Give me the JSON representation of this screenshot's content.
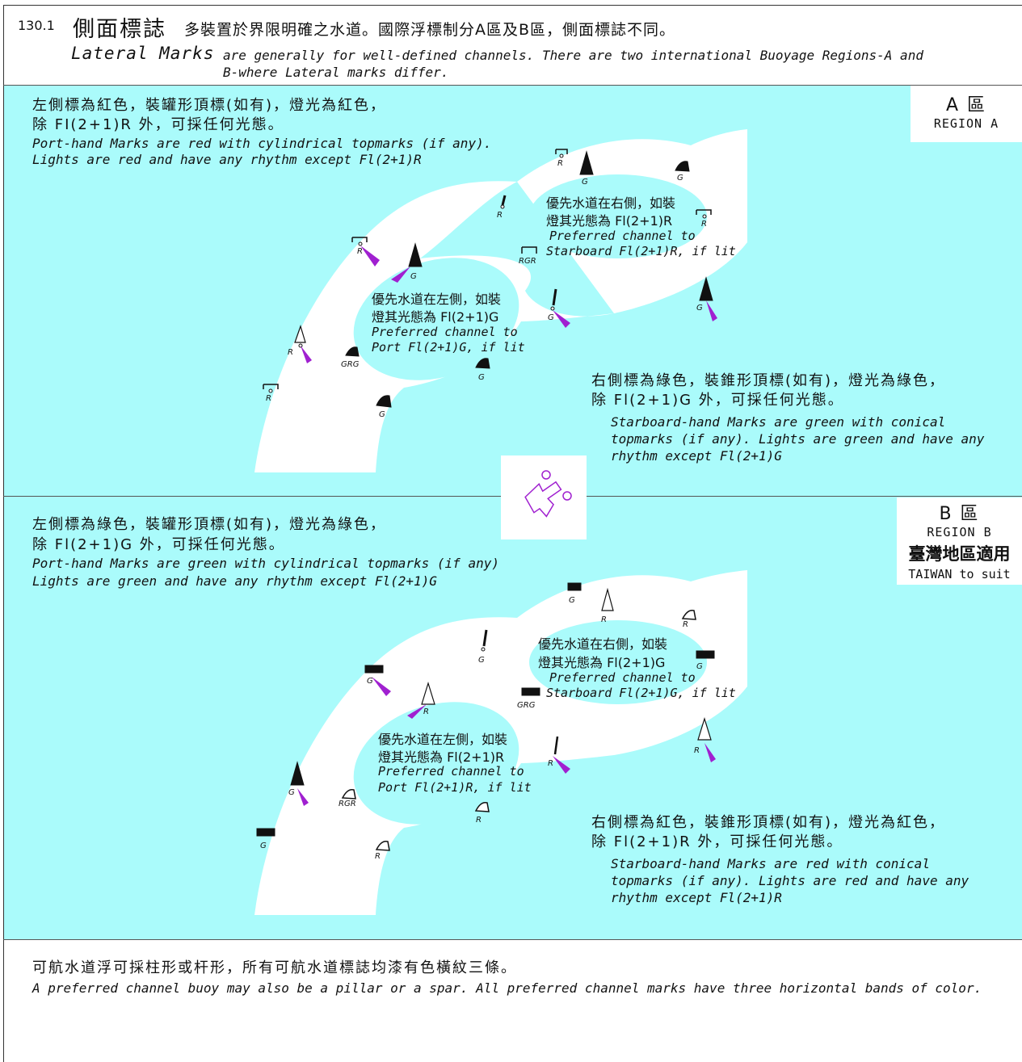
{
  "header": {
    "number": "130.1",
    "title_zh": "側面標誌",
    "desc_zh": "多裝置於界限明確之水道。國際浮標制分A區及B區，側面標誌不同。",
    "title_en": "Lateral Marks",
    "desc_en_1": "are generally for well-defined channels. There are two international Buoyage Regions-A and",
    "desc_en_2": "B-where Lateral marks differ."
  },
  "region_a": {
    "label_zh": "A 區",
    "label_en": "REGION A",
    "port_zh_1": "左側標為紅色，裝罐形頂標(如有)，燈光為紅色，",
    "port_zh_2": "除 FI(2+1)R 外，可採任何光態。",
    "port_en_1": "Port-hand Marks are red with cylindrical topmarks (if any).",
    "port_en_2": "Lights are red and have any rhythm except Fl(2+1)R",
    "pref_right_zh_1": "優先水道在右側，如裝",
    "pref_right_zh_2": "燈其光態為 Fl(2+1)R",
    "pref_right_en_1": "Preferred channel to",
    "pref_right_en_2": "Starboard Fl(2+1)R, if lit",
    "pref_left_zh_1": "優先水道在左側，如裝",
    "pref_left_zh_2": "燈其光態為 Fl(2+1)G",
    "pref_left_en_1": "Preferred channel to",
    "pref_left_en_2": "Port Fl(2+1)G, if lit",
    "stbd_zh_1": "右側標為綠色，裝錐形頂標(如有)，燈光為綠色，",
    "stbd_zh_2": "除 Fl(2+1)G 外，可採任何光態。",
    "stbd_en_1": "Starboard-hand Marks are green with conical",
    "stbd_en_2": "topmarks (if any). Lights are green and have any",
    "stbd_en_3": "rhythm except Fl(2+1)G",
    "marks": {
      "r": "R",
      "g": "G",
      "rgr": "RGR",
      "grg": "GRG"
    }
  },
  "region_b": {
    "label_zh": "B 區",
    "label_en": "REGION B",
    "taiwan_zh": "臺灣地區適用",
    "taiwan_en": "TAIWAN to suit",
    "port_zh_1": "左側標為綠色，裝罐形頂標(如有)，燈光為綠色，",
    "port_zh_2": "除 Fl(2+1)G 外，可採任何光態。",
    "port_en_1": "Port-hand Marks are green with cylindrical topmarks (if any)",
    "port_en_2": "Lights are green and have any rhythm except Fl(2+1)G",
    "pref_right_zh_1": "優先水道在右側，如裝",
    "pref_right_zh_2": "燈其光態為 Fl(2+1)G",
    "pref_right_en_1": "Preferred channel to",
    "pref_right_en_2": "Starboard Fl(2+1)G, if lit",
    "pref_left_zh_1": "優先水道在左側，如裝",
    "pref_left_zh_2": "燈其光態為 Fl(2+1)R",
    "pref_left_en_1": "Preferred channel to",
    "pref_left_en_2": "Port Fl(2+1)R, if lit",
    "stbd_zh_1": "右側標為紅色，裝錐形頂標(如有)，燈光為紅色，",
    "stbd_zh_2": "除 Fl(2+1)R 外，可採任何光態。",
    "stbd_en_1": "Starboard-hand Marks are red with conical",
    "stbd_en_2": "topmarks (if any). Lights are red and have any",
    "stbd_en_3": "rhythm except Fl(2+1)R",
    "marks": {
      "r": "R",
      "g": "G",
      "rgr": "RGR",
      "grg": "GRG"
    }
  },
  "footer": {
    "zh": "可航水道浮可採柱形或杆形，所有可航水道標誌均漆有色橫紋三條。",
    "en": "A preferred channel buoy may also be a pillar or a spar. All preferred channel marks have three horizontal bands of color."
  },
  "colors": {
    "sea": "#aafbfb",
    "light_flare": "#a020d0",
    "ink": "#111111"
  }
}
